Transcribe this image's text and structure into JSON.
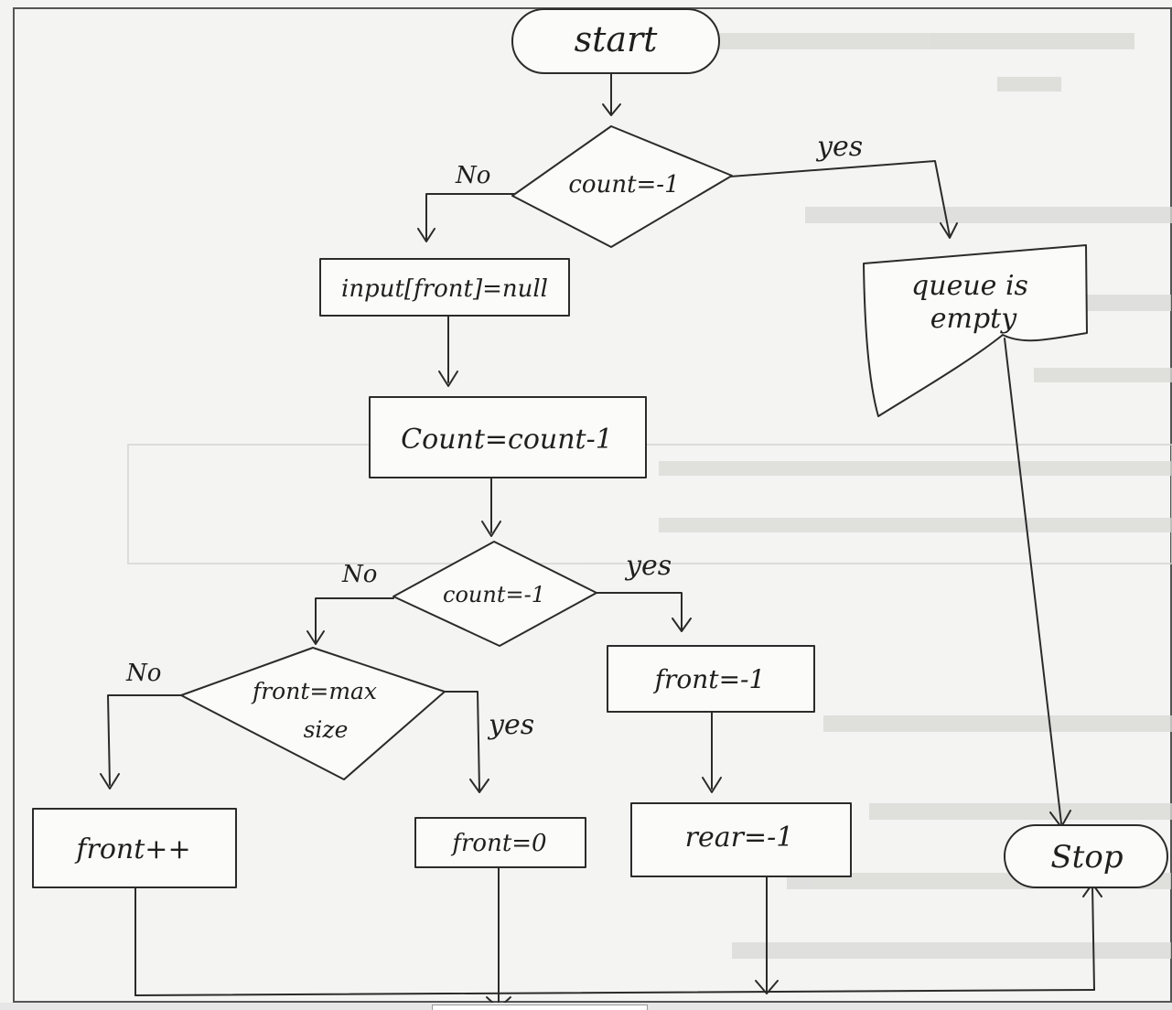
{
  "flowchart": {
    "start": "start",
    "decision_top": "count=-1",
    "top_no": "No",
    "top_yes": "yes",
    "input_box": "input[front]=null",
    "queue_empty_line1": "queue is",
    "queue_empty_line2": "empty",
    "count_decrement": "Count=count-1",
    "decision_mid": "count=-1",
    "mid_no": "No",
    "mid_yes": "yes",
    "decision_low_line1": "front=max",
    "decision_low_line2": "size",
    "low_no": "No",
    "low_yes": "yes",
    "front_minus": "front=-1",
    "front_inc": "front++",
    "front_zero": "front=0",
    "rear_minus": "rear=-1",
    "stop": "Stop"
  },
  "colors": {
    "ink": "#2b2b2b",
    "paper": "#f4f4f2",
    "bleed_through": "#cfcfcc"
  }
}
